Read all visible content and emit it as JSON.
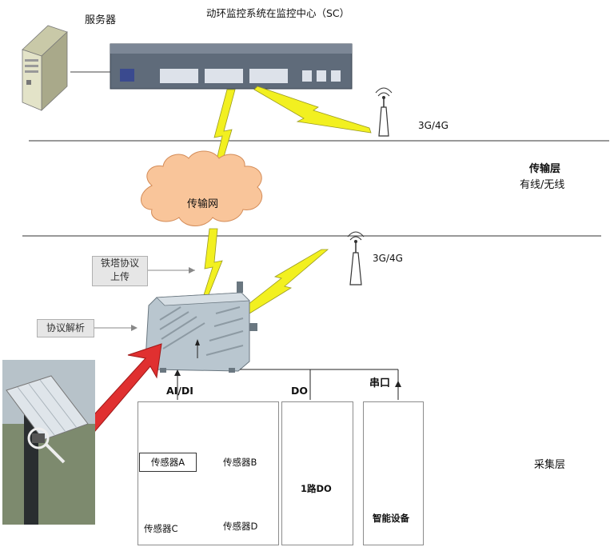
{
  "header": {
    "title": "动环监控系统在监控中心（SC）"
  },
  "labels": {
    "server": "服务器",
    "cloud": "传输网",
    "transport_layer_title": "传输层",
    "transport_layer_sub": "有线/无线",
    "collection_layer": "采集层",
    "tower_protocol_line1": "铁塔协议",
    "tower_protocol_line2": "上传",
    "protocol_parse": "协议解析",
    "net_top": "3G/4G",
    "net_mid": "3G/4G",
    "aidi": "AI/DI",
    "do": "DO",
    "serial": "串口"
  },
  "panels": {
    "sensor_a": "传感器A",
    "sensor_b": "传感器B",
    "sensor_c": "传感器C",
    "sensor_d": "传感器D",
    "do1": "1路DO",
    "smart": "智能设备"
  },
  "colors": {
    "bolt": "#f2f020",
    "cloud": "#f9c59a",
    "arrow": "#e03030",
    "box_grey": "#e6e6e6"
  }
}
